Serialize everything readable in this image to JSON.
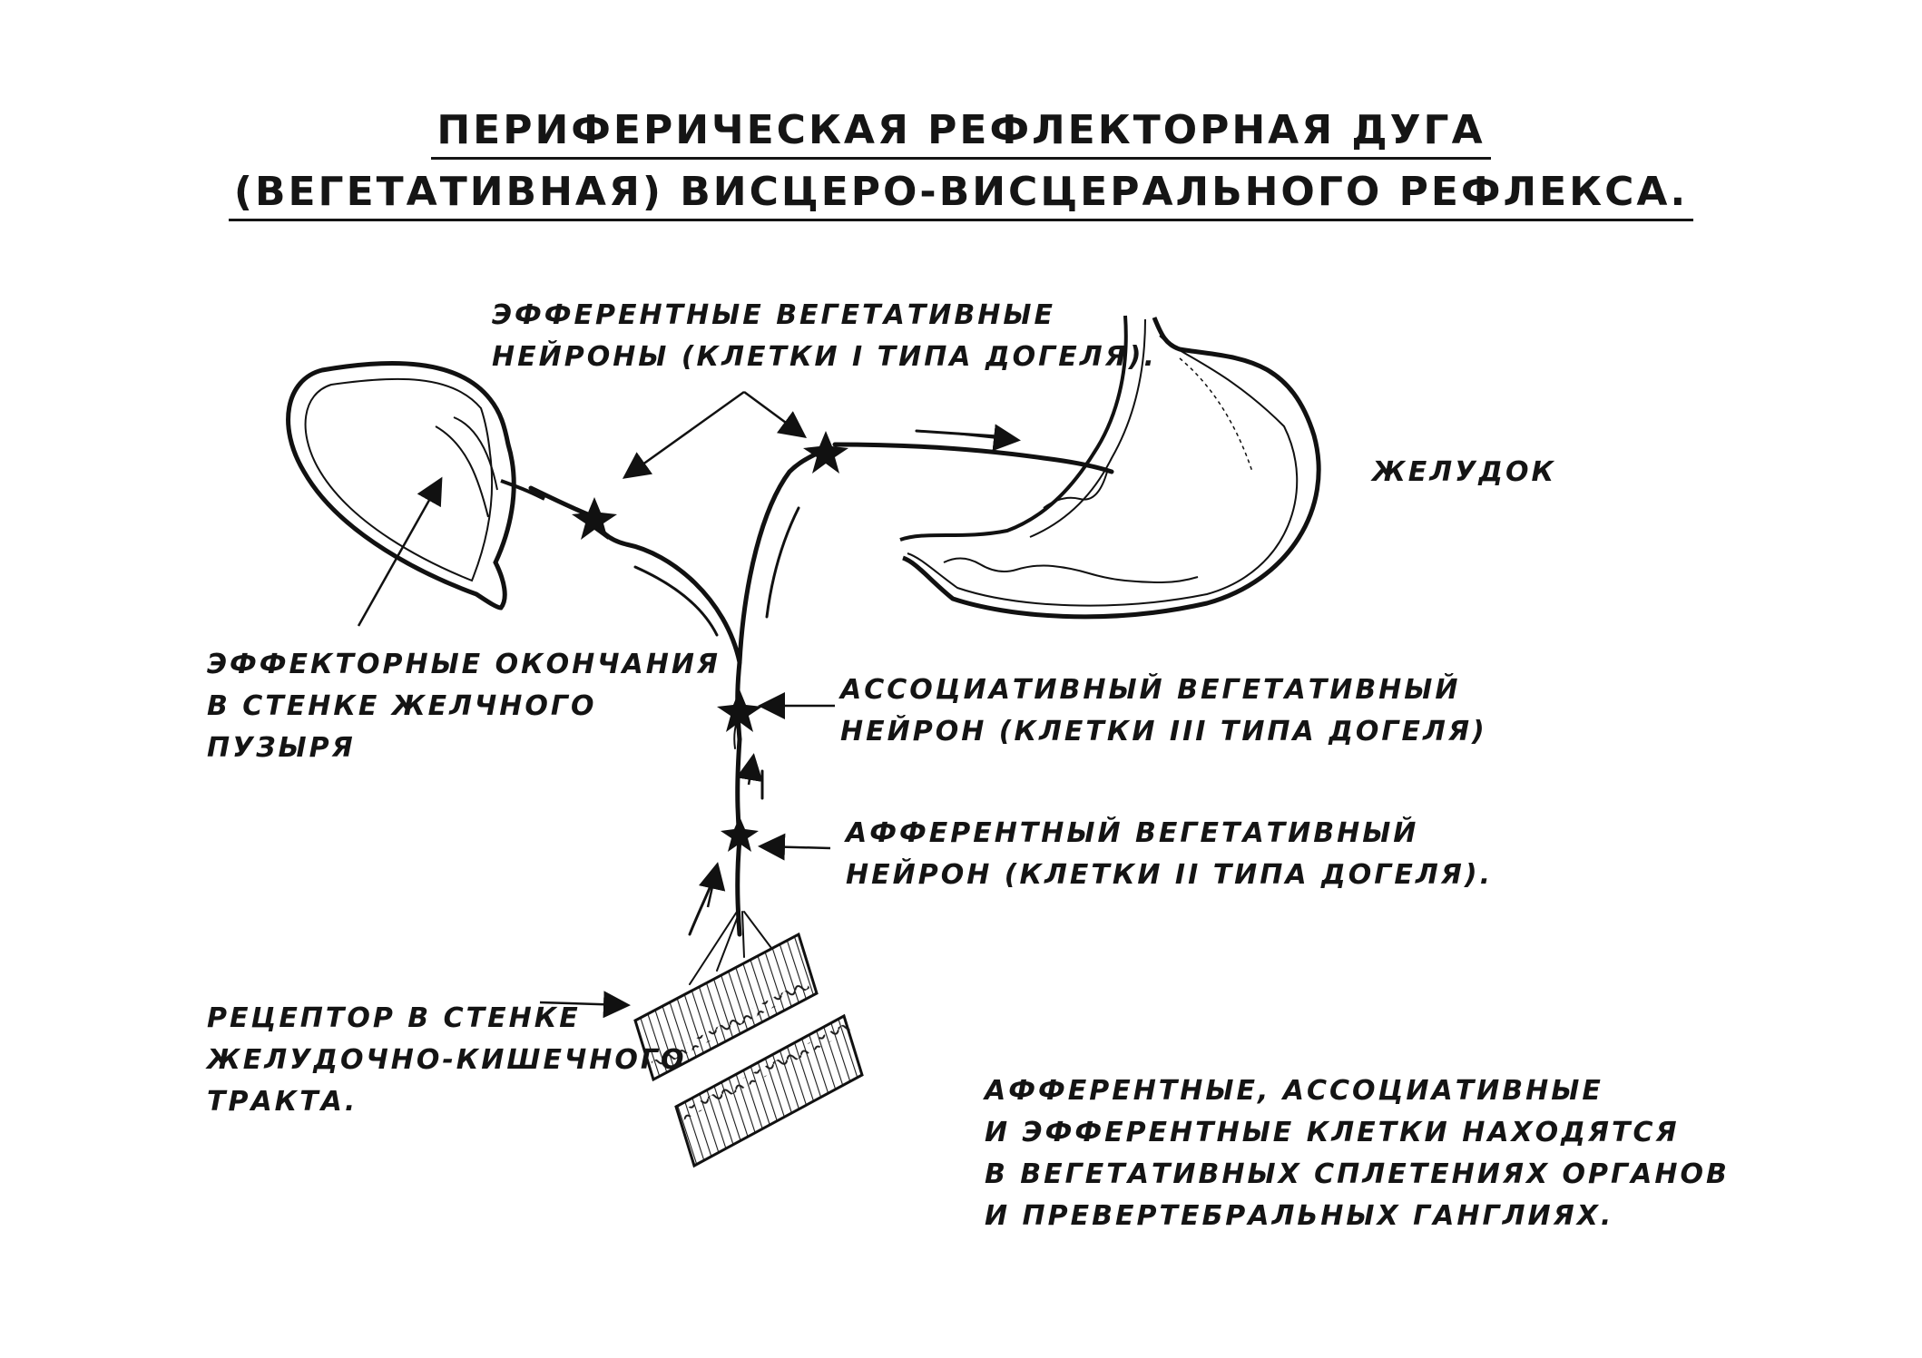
{
  "title": {
    "line1": "ПЕРИФЕРИЧЕСКАЯ РЕФЛЕКТОРНАЯ ДУГА",
    "line2": "(ВЕГЕТАТИВНАЯ) ВИСЦЕРО-ВИСЦЕРАЛЬНОГО РЕФЛЕКСА."
  },
  "labels": {
    "efferent": [
      "ЭФФЕРЕНТНЫЕ ВЕГЕТАТИВНЫЕ",
      "НЕЙРОНЫ (КЛЕТКИ I ТИПА ДОГЕЛЯ)."
    ],
    "stomach": "ЖЕЛУДОК",
    "effector": [
      "ЭФФЕКТОРНЫЕ ОКОНЧАНИЯ",
      "В СТЕНКЕ ЖЕЛЧНОГО",
      "ПУЗЫРЯ"
    ],
    "associative": [
      "АССОЦИАТИВНЫЙ ВЕГЕТАТИВНЫЙ",
      "НЕЙРОН (КЛЕТКИ III ТИПА ДОГЕЛЯ)"
    ],
    "afferent": [
      "АФФЕРЕНТНЫЙ ВЕГЕТАТИВНЫЙ",
      "НЕЙРОН (КЛЕТКИ II ТИПА ДОГЕЛЯ)."
    ],
    "receptor": [
      "РЕЦЕПТОР В СТЕНКЕ",
      "ЖЕЛУДОЧНО-КИШЕЧНОГО",
      "ТРАКТА."
    ],
    "note": [
      "АФФЕРЕНТНЫЕ, АССОЦИАТИВНЫЕ",
      "И ЭФФЕРЕНТНЫЕ КЛЕТКИ НАХОДЯТСЯ",
      "В ВЕГЕТАТИВНЫХ СПЛЕТЕНИЯХ ОРГАНОВ",
      "И ПРЕВЕРТЕБРАЛЬНЫХ ГАНГЛИЯХ."
    ]
  }
}
